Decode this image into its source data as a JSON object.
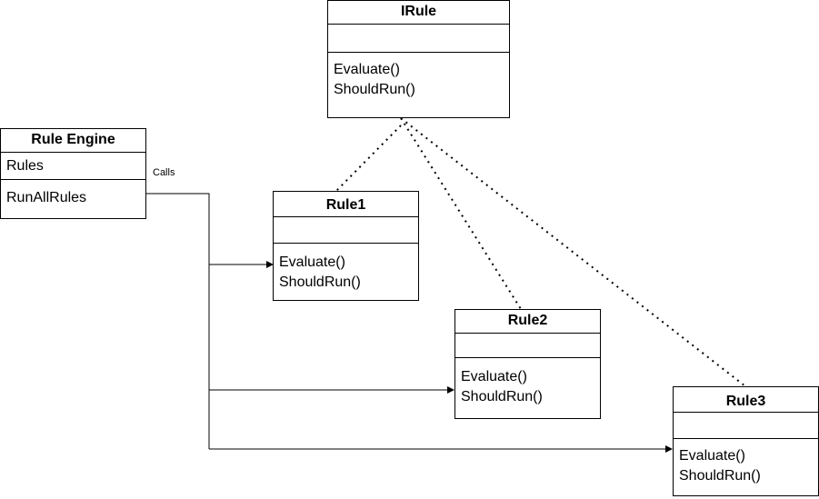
{
  "classes": {
    "irule": {
      "name": "IRule",
      "attributes": [],
      "operations": [
        "Evaluate()",
        "ShouldRun()"
      ]
    },
    "rule_engine": {
      "name": "Rule Engine",
      "attributes": [
        "Rules"
      ],
      "operations": [
        "RunAllRules"
      ]
    },
    "rule1": {
      "name": "Rule1",
      "attributes": [],
      "operations": [
        "Evaluate()",
        "ShouldRun()"
      ]
    },
    "rule2": {
      "name": "Rule2",
      "attributes": [],
      "operations": [
        "Evaluate()",
        "ShouldRun()"
      ]
    },
    "rule3": {
      "name": "Rule3",
      "attributes": [],
      "operations": [
        "Evaluate()",
        "ShouldRun()"
      ]
    }
  },
  "connector_label": "Calls",
  "colors": {
    "line": "#000000",
    "background": "#ffffff"
  }
}
